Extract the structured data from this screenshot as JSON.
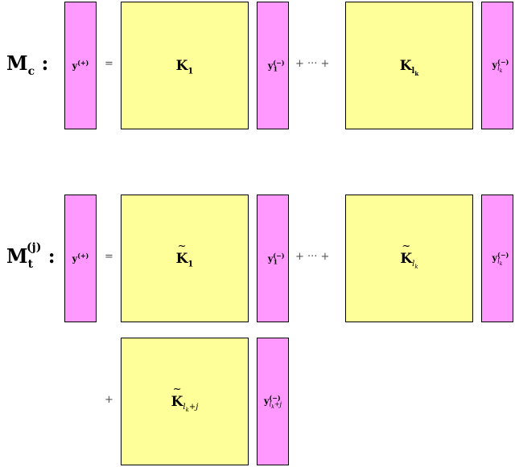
{
  "model_c": {
    "name": "M",
    "sub": "c",
    "colon": ":"
  },
  "model_t": {
    "name": "M",
    "sub": "t",
    "sup": "(j)",
    "colon": ":"
  },
  "vectors": {
    "y_plus": {
      "base": "y",
      "sup": "(+)"
    },
    "y_1": {
      "base": "y",
      "sub": "1",
      "sup": "(−)"
    },
    "y_lk": {
      "base": "y",
      "sub": "l",
      "subsub": "k",
      "sup": "(−)"
    },
    "y_lkj": {
      "base": "y",
      "sub": "l",
      "subsub": "k",
      "subtail": "+j",
      "sup": "(−)"
    }
  },
  "matrices": {
    "K1": {
      "base": "K",
      "sub": "1"
    },
    "Klk_bold": {
      "base": "K",
      "sub": "l",
      "subsub": "k"
    },
    "Kt1": {
      "base": "K",
      "sub": "1"
    },
    "Ktlk": {
      "base": "K",
      "sub": "l",
      "subsub": "k"
    },
    "Ktlkj": {
      "base": "K",
      "sub": "l",
      "subsub": "k",
      "subtail": "+j"
    }
  },
  "operators": {
    "equals": "=",
    "plus": "+",
    "dots": "+ ··· +"
  }
}
